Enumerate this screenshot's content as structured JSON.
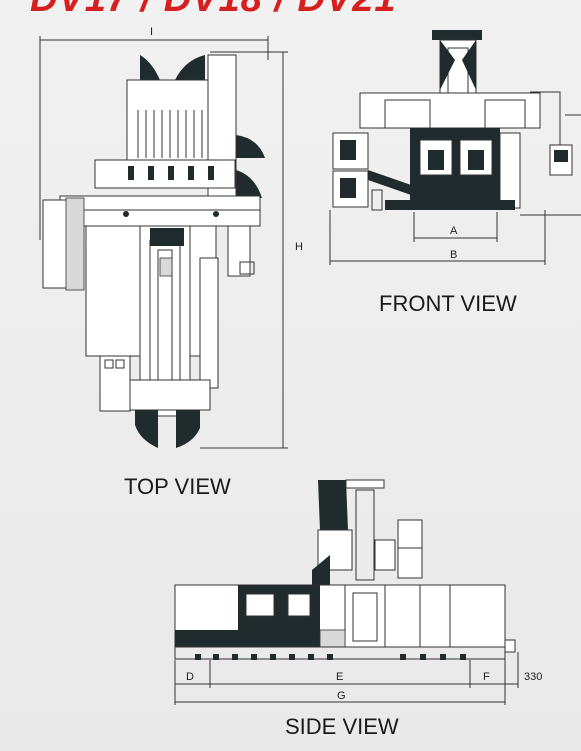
{
  "title": "DV17 / DV18 / DV21",
  "colors": {
    "title_red": "#d6201f",
    "machine_dark": "#1f2b2c",
    "line": "#333333",
    "panel": "#ffffff"
  },
  "views": {
    "top": {
      "label": "TOP VIEW"
    },
    "front": {
      "label": "FRONT VIEW"
    },
    "side": {
      "label": "SIDE VIEW"
    }
  },
  "dimensions": {
    "I": "I",
    "H": "H",
    "A": "A",
    "B": "B",
    "D": "D",
    "E": "E",
    "F": "F",
    "G": "G",
    "side_offset": "330"
  }
}
